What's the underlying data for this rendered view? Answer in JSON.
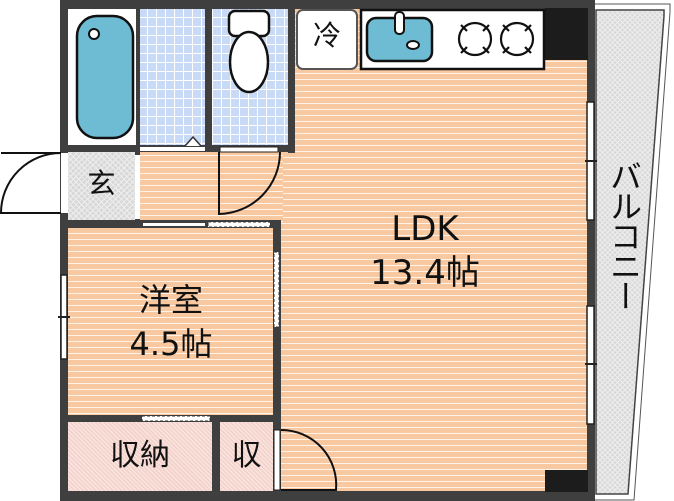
{
  "rooms": {
    "ldk": {
      "name": "LDK",
      "size": "13.4帖"
    },
    "western": {
      "name": "洋室",
      "size": "4.5帖"
    },
    "entrance": {
      "name": "玄"
    },
    "fridge": {
      "name": "冷"
    },
    "storage": {
      "name": "収納"
    },
    "storage_small": {
      "name": "収"
    },
    "balcony": {
      "name": "バルコニー"
    }
  },
  "colors": {
    "wall": "#3f3f3f",
    "floor": "#f8c8a0",
    "tile": "#c8daf6",
    "tub": "#6ebcd4",
    "storage": "#f3d3cc"
  }
}
